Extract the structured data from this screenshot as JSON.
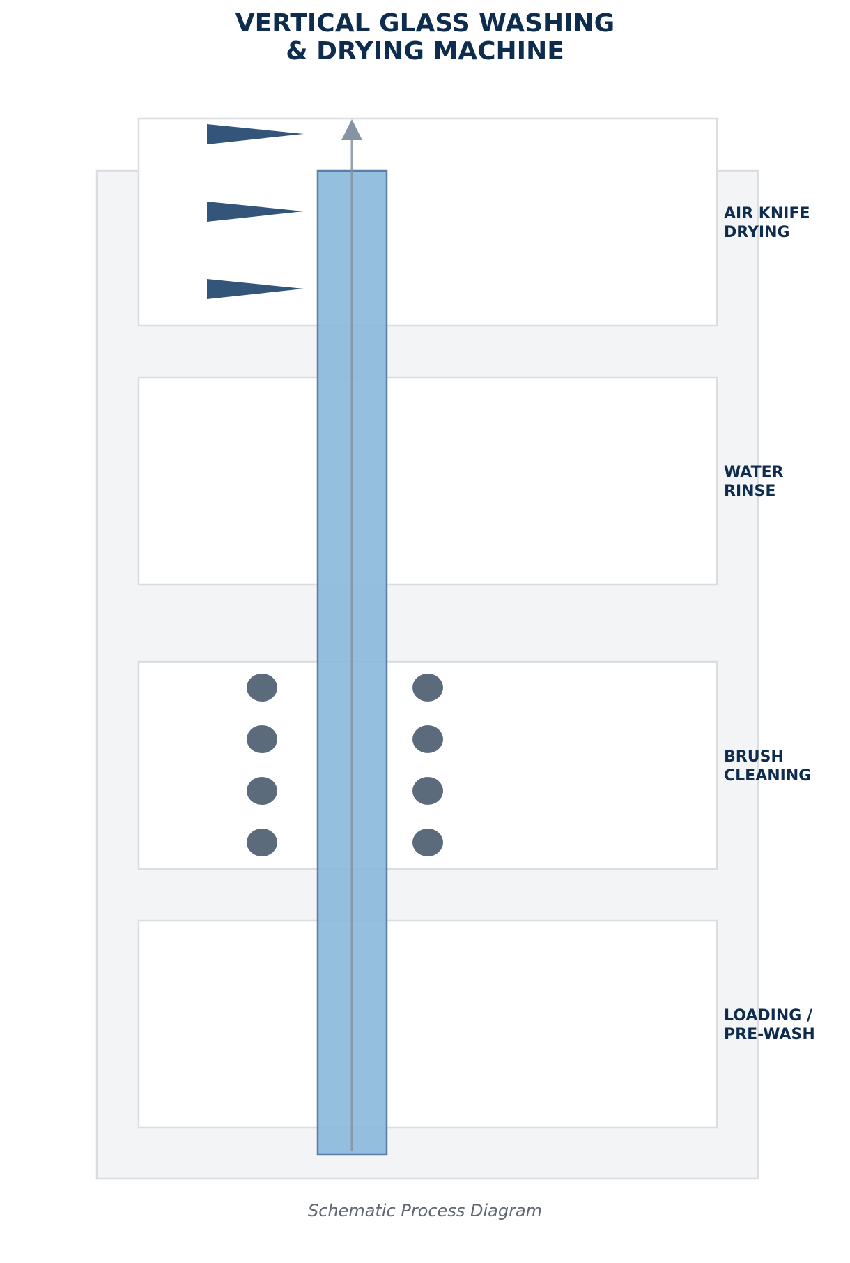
{
  "title": {
    "line1": "VERTICAL GLASS WASHING",
    "line2": "& DRYING MACHINE"
  },
  "zones": [
    {
      "label_line1": "AIR KNIFE",
      "label_line2": "DRYING"
    },
    {
      "label_line1": "WATER",
      "label_line2": "RINSE"
    },
    {
      "label_line1": "BRUSH",
      "label_line2": "CLEANING"
    },
    {
      "label_line1": "LOADING /",
      "label_line2": "PRE-WASH"
    }
  ],
  "caption": "Schematic Process Diagram",
  "colors": {
    "frame_fill": "#f3f4f6",
    "frame_stroke": "#dcdde0",
    "zone_fill": "#ffffff",
    "glass_fill": "#8ab8da",
    "glass_stroke": "#5a7ea6",
    "air_knife": "#34557a",
    "brush": "#5c6b7c",
    "arrow": "#8593a3",
    "title": "#0e2c4e"
  },
  "icons": {
    "air_knife": "air-knife-nozzle-icon",
    "brush": "brush-roller-icon",
    "arrow": "travel-direction-arrow-icon"
  }
}
